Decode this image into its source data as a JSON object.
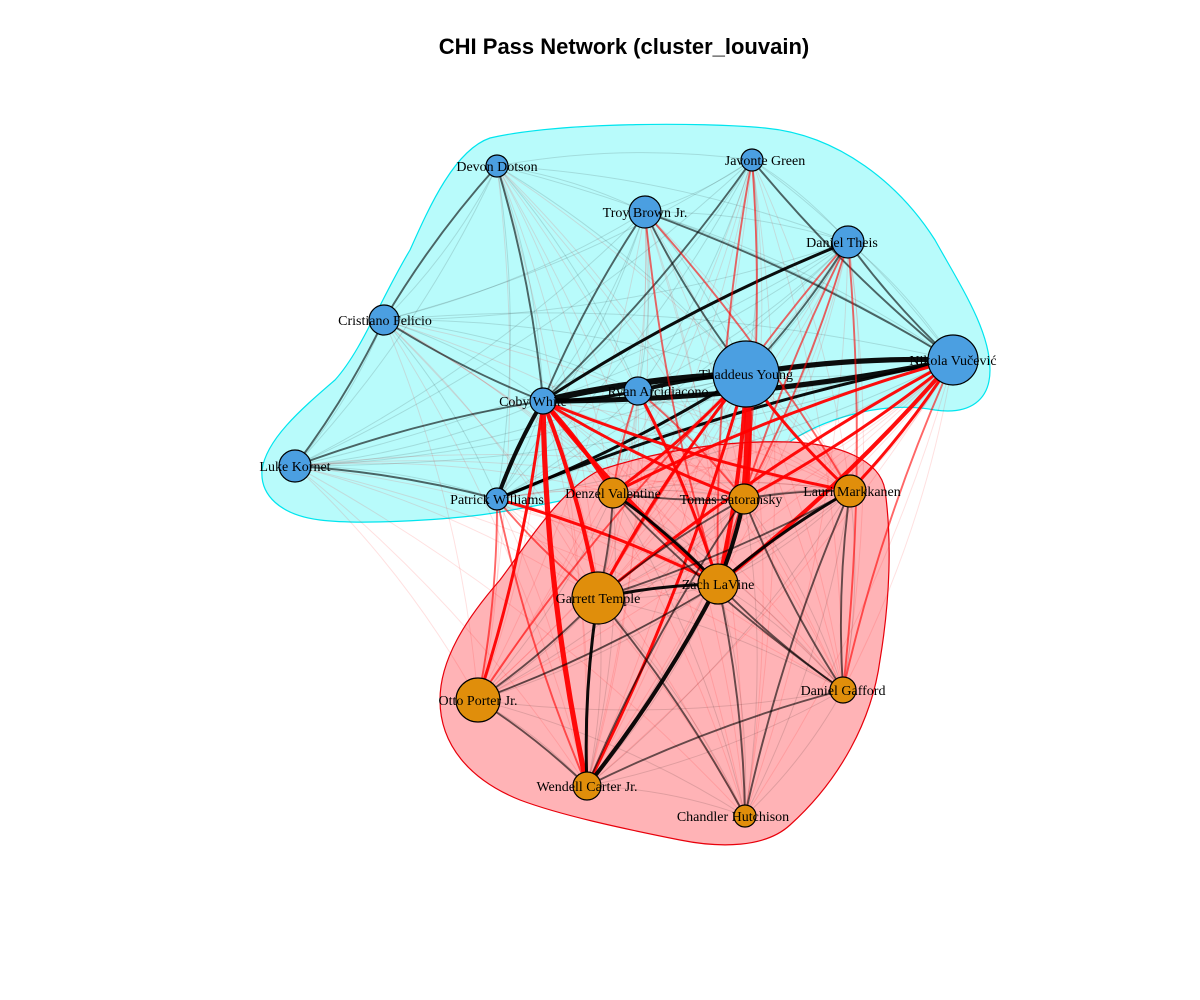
{
  "title": "CHI Pass Network (cluster_louvain)",
  "colors": {
    "cluster_1_fill": "#b8fbfb",
    "cluster_1_stroke": "#00e5ee",
    "cluster_2_fill": "#ffb3b6",
    "cluster_2_stroke": "#e8000b",
    "node_cluster_1": "#4b9fe1",
    "node_cluster_2": "#e08e0b",
    "edge_within": "#000000",
    "edge_between": "#ff0000"
  },
  "nodes": [
    {
      "id": "devon-dotson",
      "label": "Devon Dotson",
      "cluster": 1
    },
    {
      "id": "javonte-green",
      "label": "Javonte Green",
      "cluster": 1
    },
    {
      "id": "troy-brown-jr",
      "label": "Troy Brown Jr.",
      "cluster": 1
    },
    {
      "id": "daniel-theis",
      "label": "Daniel Theis",
      "cluster": 1
    },
    {
      "id": "cristiano-felicio",
      "label": "Cristiano Felicio",
      "cluster": 1
    },
    {
      "id": "nikola-vucevic",
      "label": "Nikola Vučević",
      "cluster": 1
    },
    {
      "id": "thaddeus-young",
      "label": "Thaddeus Young",
      "cluster": 1
    },
    {
      "id": "ryan-arcidiacono",
      "label": "Ryan Arcidiacono",
      "cluster": 1
    },
    {
      "id": "coby-white",
      "label": "Coby White",
      "cluster": 1
    },
    {
      "id": "luke-kornet",
      "label": "Luke Kornet",
      "cluster": 1
    },
    {
      "id": "patrick-williams",
      "label": "Patrick Williams",
      "cluster": 1
    },
    {
      "id": "denzel-valentine",
      "label": "Denzel Valentine",
      "cluster": 2
    },
    {
      "id": "tomas-satoransky",
      "label": "Tomas Satoransky",
      "cluster": 2
    },
    {
      "id": "lauri-markkanen",
      "label": "Lauri Markkanen",
      "cluster": 2
    },
    {
      "id": "zach-lavine",
      "label": "Zach LaVine",
      "cluster": 2
    },
    {
      "id": "garrett-temple",
      "label": "Garrett Temple",
      "cluster": 2
    },
    {
      "id": "daniel-gafford",
      "label": "Daniel Gafford",
      "cluster": 2
    },
    {
      "id": "otto-porter-jr",
      "label": "Otto Porter Jr.",
      "cluster": 2
    },
    {
      "id": "wendell-carter-jr",
      "label": "Wendell Carter Jr.",
      "cluster": 2
    },
    {
      "id": "chandler-hutchison",
      "label": "Chandler Hutchison",
      "cluster": 2
    }
  ],
  "edges": [
    {
      "source": "coby-white",
      "target": "thaddeus-young",
      "weight": 5
    },
    {
      "source": "coby-white",
      "target": "nikola-vucevic",
      "weight": 4
    },
    {
      "source": "thaddeus-young",
      "target": "nikola-vucevic",
      "weight": 4
    },
    {
      "source": "coby-white",
      "target": "patrick-williams",
      "weight": 3
    },
    {
      "source": "coby-white",
      "target": "daniel-theis",
      "weight": 2
    },
    {
      "source": "coby-white",
      "target": "ryan-arcidiacono",
      "weight": 2
    },
    {
      "source": "ryan-arcidiacono",
      "target": "thaddeus-young",
      "weight": 3
    },
    {
      "source": "patrick-williams",
      "target": "thaddeus-young",
      "weight": 2
    },
    {
      "source": "patrick-williams",
      "target": "nikola-vucevic",
      "weight": 2
    },
    {
      "source": "daniel-theis",
      "target": "nikola-vucevic",
      "weight": 1
    },
    {
      "source": "daniel-theis",
      "target": "thaddeus-young",
      "weight": 1
    },
    {
      "source": "troy-brown-jr",
      "target": "thaddeus-young",
      "weight": 1
    },
    {
      "source": "troy-brown-jr",
      "target": "nikola-vucevic",
      "weight": 1
    },
    {
      "source": "coby-white",
      "target": "luke-kornet",
      "weight": 1
    },
    {
      "source": "coby-white",
      "target": "cristiano-felicio",
      "weight": 1
    },
    {
      "source": "coby-white",
      "target": "devon-dotson",
      "weight": 1
    },
    {
      "source": "coby-white",
      "target": "troy-brown-jr",
      "weight": 1
    },
    {
      "source": "devon-dotson",
      "target": "cristiano-felicio",
      "weight": 1
    },
    {
      "source": "javonte-green",
      "target": "coby-white",
      "weight": 1
    },
    {
      "source": "javonte-green",
      "target": "nikola-vucevic",
      "weight": 1
    },
    {
      "source": "luke-kornet",
      "target": "patrick-williams",
      "weight": 1
    },
    {
      "source": "luke-kornet",
      "target": "cristiano-felicio",
      "weight": 1
    },
    {
      "source": "thaddeus-young",
      "target": "tomas-satoransky",
      "weight": 6
    },
    {
      "source": "coby-white",
      "target": "wendell-carter-jr",
      "weight": 4
    },
    {
      "source": "coby-white",
      "target": "garrett-temple",
      "weight": 3
    },
    {
      "source": "coby-white",
      "target": "zach-lavine",
      "weight": 3
    },
    {
      "source": "coby-white",
      "target": "denzel-valentine",
      "weight": 3
    },
    {
      "source": "coby-white",
      "target": "tomas-satoransky",
      "weight": 2
    },
    {
      "source": "coby-white",
      "target": "otto-porter-jr",
      "weight": 2
    },
    {
      "source": "coby-white",
      "target": "lauri-markkanen",
      "weight": 2
    },
    {
      "source": "nikola-vucevic",
      "target": "zach-lavine",
      "weight": 3
    },
    {
      "source": "nikola-vucevic",
      "target": "garrett-temple",
      "weight": 2
    },
    {
      "source": "nikola-vucevic",
      "target": "tomas-satoransky",
      "weight": 2
    },
    {
      "source": "nikola-vucevic",
      "target": "denzel-valentine",
      "weight": 2
    },
    {
      "source": "nikola-vucevic",
      "target": "lauri-markkanen",
      "weight": 2
    },
    {
      "source": "nikola-vucevic",
      "target": "daniel-gafford",
      "weight": 1
    },
    {
      "source": "thaddeus-young",
      "target": "zach-lavine",
      "weight": 3
    },
    {
      "source": "thaddeus-young",
      "target": "garrett-temple",
      "weight": 2
    },
    {
      "source": "thaddeus-young",
      "target": "denzel-valentine",
      "weight": 2
    },
    {
      "source": "thaddeus-young",
      "target": "lauri-markkanen",
      "weight": 2
    },
    {
      "source": "thaddeus-young",
      "target": "wendell-carter-jr",
      "weight": 2
    },
    {
      "source": "thaddeus-young",
      "target": "otto-porter-jr",
      "weight": 1
    },
    {
      "source": "patrick-williams",
      "target": "zach-lavine",
      "weight": 2
    },
    {
      "source": "patrick-williams",
      "target": "garrett-temple",
      "weight": 1
    },
    {
      "source": "patrick-williams",
      "target": "otto-porter-jr",
      "weight": 1
    },
    {
      "source": "patrick-williams",
      "target": "wendell-carter-jr",
      "weight": 1
    },
    {
      "source": "ryan-arcidiacono",
      "target": "zach-lavine",
      "weight": 2
    },
    {
      "source": "ryan-arcidiacono",
      "target": "denzel-valentine",
      "weight": 1
    },
    {
      "source": "ryan-arcidiacono",
      "target": "tomas-satoransky",
      "weight": 1
    },
    {
      "source": "daniel-theis",
      "target": "zach-lavine",
      "weight": 1
    },
    {
      "source": "daniel-theis",
      "target": "tomas-satoransky",
      "weight": 1
    },
    {
      "source": "daniel-theis",
      "target": "garrett-temple",
      "weight": 1
    },
    {
      "source": "daniel-theis",
      "target": "daniel-gafford",
      "weight": 1
    },
    {
      "source": "troy-brown-jr",
      "target": "zach-lavine",
      "weight": 1
    },
    {
      "source": "troy-brown-jr",
      "target": "lauri-markkanen",
      "weight": 1
    },
    {
      "source": "javonte-green",
      "target": "zach-lavine",
      "weight": 1
    },
    {
      "source": "javonte-green",
      "target": "tomas-satoransky",
      "weight": 1
    },
    {
      "source": "zach-lavine",
      "target": "tomas-satoransky",
      "weight": 3
    },
    {
      "source": "zach-lavine",
      "target": "wendell-carter-jr",
      "weight": 3
    },
    {
      "source": "zach-lavine",
      "target": "garrett-temple",
      "weight": 2
    },
    {
      "source": "zach-lavine",
      "target": "lauri-markkanen",
      "weight": 2
    },
    {
      "source": "zach-lavine",
      "target": "denzel-valentine",
      "weight": 2
    },
    {
      "source": "zach-lavine",
      "target": "otto-porter-jr",
      "weight": 1
    },
    {
      "source": "zach-lavine",
      "target": "daniel-gafford",
      "weight": 1
    },
    {
      "source": "zach-lavine",
      "target": "chandler-hutchison",
      "weight": 1
    },
    {
      "source": "garrett-temple",
      "target": "wendell-carter-jr",
      "weight": 2
    },
    {
      "source": "garrett-temple",
      "target": "otto-porter-jr",
      "weight": 1
    },
    {
      "source": "garrett-temple",
      "target": "denzel-valentine",
      "weight": 1
    },
    {
      "source": "garrett-temple",
      "target": "tomas-satoransky",
      "weight": 1
    },
    {
      "source": "garrett-temple",
      "target": "lauri-markkanen",
      "weight": 1
    },
    {
      "source": "tomas-satoransky",
      "target": "lauri-markkanen",
      "weight": 1
    },
    {
      "source": "tomas-satoransky",
      "target": "wendell-carter-jr",
      "weight": 1
    },
    {
      "source": "tomas-satoransky",
      "target": "denzel-valentine",
      "weight": 1
    },
    {
      "source": "tomas-satoransky",
      "target": "daniel-gafford",
      "weight": 1
    },
    {
      "source": "otto-porter-jr",
      "target": "wendell-carter-jr",
      "weight": 1
    },
    {
      "source": "lauri-markkanen",
      "target": "daniel-gafford",
      "weight": 1
    },
    {
      "source": "wendell-carter-jr",
      "target": "daniel-gafford",
      "weight": 1
    },
    {
      "source": "denzel-valentine",
      "target": "daniel-gafford",
      "weight": 1
    },
    {
      "source": "chandler-hutchison",
      "target": "lauri-markkanen",
      "weight": 1
    },
    {
      "source": "chandler-hutchison",
      "target": "garrett-temple",
      "weight": 1
    }
  ]
}
